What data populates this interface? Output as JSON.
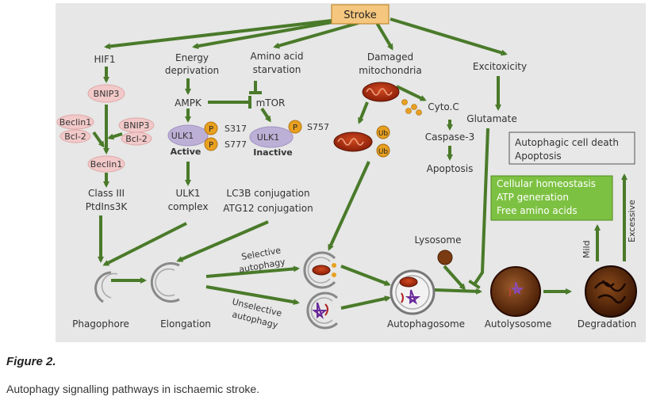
{
  "figure": {
    "label": "Figure 2.",
    "caption": "Autophagy signalling pathways in ischaemic stroke."
  },
  "nodes": {
    "stroke": "Stroke",
    "hif1": "HIF1",
    "energy_1": "Energy",
    "energy_2": "deprivation",
    "amino_1": "Amino acid",
    "amino_2": "starvation",
    "damaged_1": "Damaged",
    "damaged_2": "mitochondria",
    "excitoxicity": "Excitoxicity",
    "bnip3": "BNIP3",
    "ampk": "AMPK",
    "mtor": "mTOR",
    "cyto_c": "Cyto.C",
    "glutamate": "Glutamate",
    "caspase": "Caspase-3",
    "apoptosis": "Apoptosis",
    "beclin1_left": "Beclin1",
    "bcl2_left": "Bcl-2",
    "bnip3_right": "BNIP3",
    "bcl2_right": "Bcl-2",
    "ulk1_active": "ULK1",
    "ulk1_inactive": "ULK1",
    "phospho": "P",
    "s317": "S317",
    "s777": "S777",
    "s757": "S757",
    "active": "Active",
    "inactive": "Inactive",
    "ub": "Ub",
    "beclin1": "Beclin1",
    "class3_1": "Class III",
    "class3_2": "PtdIns3K",
    "ulk1c_1": "ULK1",
    "ulk1c_2": "complex",
    "lc3b": "LC3B conjugation",
    "atg12": "ATG12 conjugation",
    "death_1": "Autophagic cell death",
    "death_2": "Apoptosis",
    "green_1": "Cellular homeostasis",
    "green_2": "ATP generation",
    "green_3": "Free amino acids",
    "lysosome": "Lysosome",
    "selective_1": "Selective",
    "selective_2": "autophagy",
    "unselective_1": "Unselective",
    "unselective_2": "autophagy",
    "mild": "Mild",
    "excessive": "Excessive",
    "phagophore": "Phagophore",
    "elongation": "Elongation",
    "autophagosome": "Autophagosome",
    "autolysosome": "Autolysosome",
    "degradation": "Degradation"
  },
  "colors": {
    "arrow": "#4a7a2a",
    "stroke_box": "#f5c77e",
    "pink": "#f2c9c9",
    "ulk1": "#bdb0d6",
    "phospho": "#e8a020",
    "green_box": "#7dc142",
    "death_box": "#e8e8e8",
    "mito": "#b8300e",
    "lysosome": "#7a3a12"
  }
}
